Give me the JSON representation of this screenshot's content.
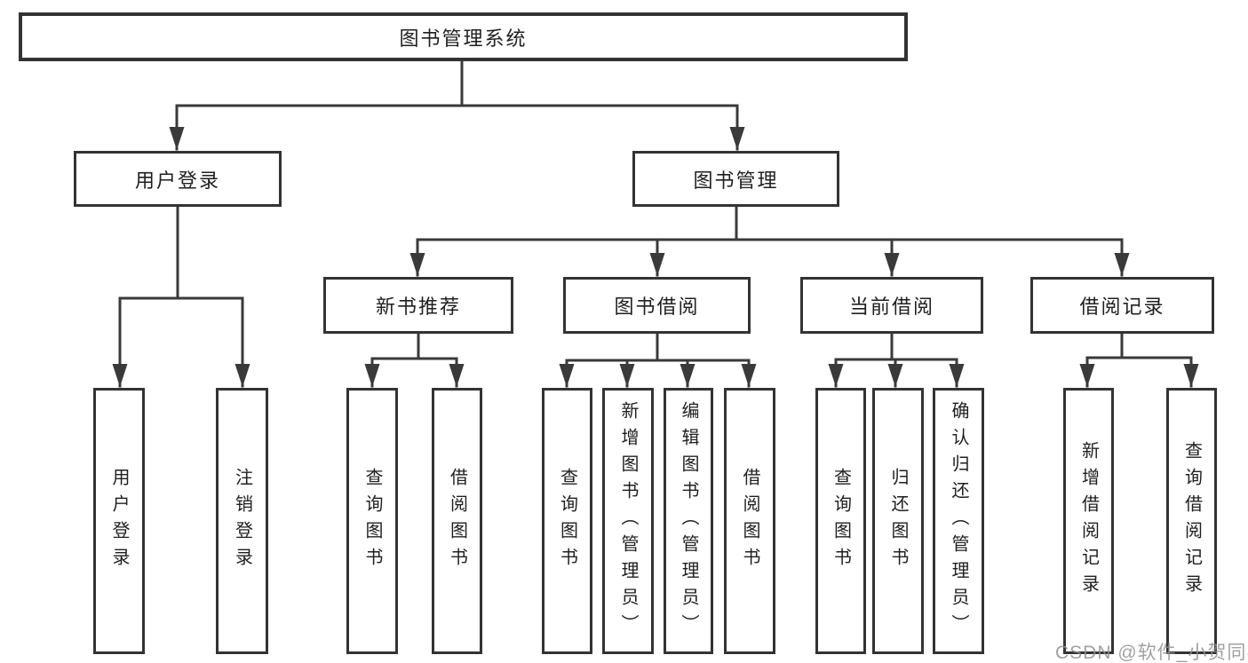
{
  "diagram_type": "hierarchy-tree",
  "tree": {
    "label": "图书管理系统",
    "children": [
      {
        "label": "用户登录",
        "children": [
          {
            "label": "用户登录"
          },
          {
            "label": "注销登录"
          }
        ]
      },
      {
        "label": "图书管理",
        "children": [
          {
            "label": "新书推荐",
            "children": [
              {
                "label": "查询图书"
              },
              {
                "label": "借阅图书"
              }
            ]
          },
          {
            "label": "图书借阅",
            "children": [
              {
                "label": "查询图书"
              },
              {
                "label": "新增图书（管理员）"
              },
              {
                "label": "编辑图书（管理员）"
              },
              {
                "label": "借阅图书"
              }
            ]
          },
          {
            "label": "当前借阅",
            "children": [
              {
                "label": "查询图书"
              },
              {
                "label": "归还图书"
              },
              {
                "label": "确认归还（管理员）"
              }
            ]
          },
          {
            "label": "借阅记录",
            "children": [
              {
                "label": "新增借阅记录"
              },
              {
                "label": "查询借阅记录"
              }
            ]
          }
        ]
      }
    ]
  },
  "watermark": "CSDN @软件_小贺同学",
  "colors": {
    "line": "#3a3a3a",
    "box_border": "#333333",
    "text": "#1f1f1f",
    "watermark": "#919191",
    "background": "#ffffff"
  }
}
